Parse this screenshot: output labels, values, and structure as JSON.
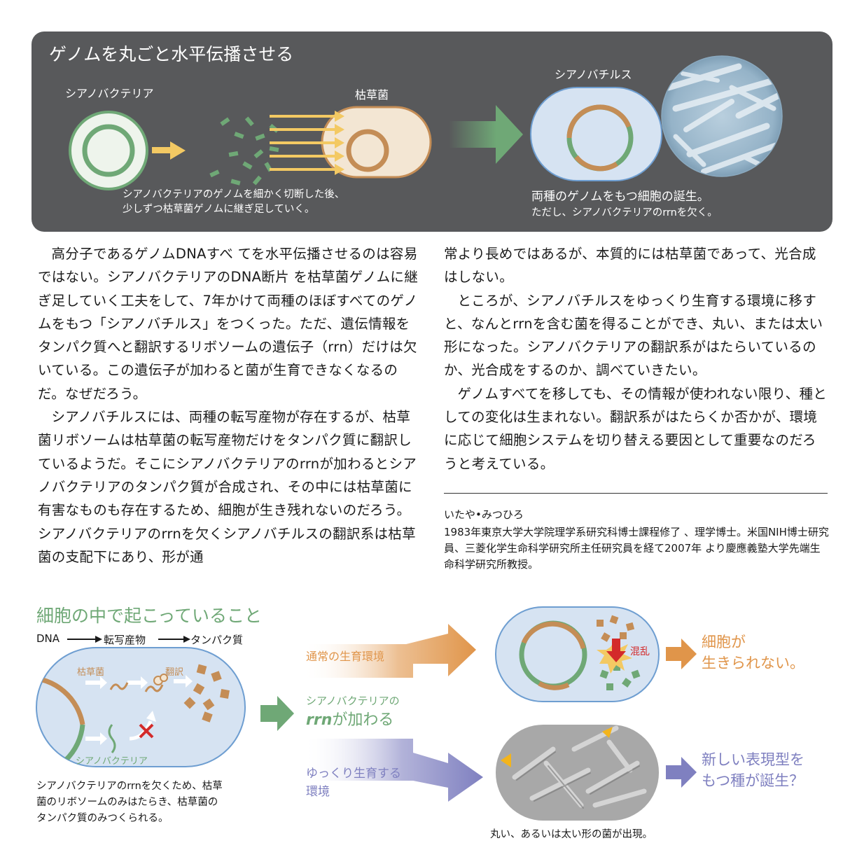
{
  "top_panel": {
    "title": "ゲノムを丸ごと水平伝播させる",
    "label_cyanobacteria": "シアノバクテリア",
    "label_bacillus": "枯草菌",
    "label_cyanobacillus": "シアノバチルス",
    "caption_left": [
      "シアノバクテリアのゲノムを細かく切断した後、",
      "少しずつ枯草菌ゲノムに継ぎ足していく。"
    ],
    "caption_right_1": "両種のゲノムをもつ細胞の誕生。",
    "caption_right_2": "ただし、シアノバクテリアのrrnを欠く。"
  },
  "article": {
    "left_paragraphs": [
      "高分子であるゲノムDNAすべ てを水平伝播させるのは容易ではない。シアノバクテリアのDNA断片 を枯草菌ゲノムに継ぎ足していく工夫をして、7年かけて両種のほぼすべてのゲノムをもつ「シアノバチルス」をつくった。ただ、遺伝情報をタンパク質へと翻訳するリボソームの遺伝子（rrn）だけは欠いている。この遺伝子が加わると菌が生育できなくなるのだ。なぜだろう。",
      "シアノバチルスには、両種の転写産物が存在するが、枯草菌リボソームは枯草菌の転写産物だけをタンパク質に翻訳しているようだ。そこにシアノバクテリアのrrnが加わるとシアノバクテリアのタンパク質が合成され、その中には枯草菌に有害なものも存在するため、細胞が生き残れないのだろう。シアノバクテリアのrrnを欠くシアノバチルスの翻訳系は枯草菌の支配下にあり、形が通"
    ],
    "right_paragraphs": [
      "常より長めではあるが、本質的には枯草菌であって、光合成はしない。",
      "ところが、シアノバチルスをゆっくり生育する環境に移すと、なんとrrnを含む菌を得ることができ、丸い、または太い形になった。シアノバクテリアの翻訳系がはたらいているのか、光合成をするのか、調べていきたい。",
      "ゲノムすべてを移しても、その情報が使われない限り、種としての変化は生まれない。翻訳系がはたらくか否かが、環境に応じて細胞システムを切り替える要因として重要なのだろうと考えている。"
    ]
  },
  "profile": {
    "name": "いたや•みつひろ",
    "bio": "1983年東京大学大学院理学系研究科博士課程修了 、理学博士。米国NIH博士研究員、三菱化学生命科学研究所主任研究員を経て2007年 より慶應義塾大学先端生命科学研究所教授。"
  },
  "bottom": {
    "title": "細胞の中で起こっていること",
    "flow_dna": "DNA",
    "flow_transcript": "転写産物",
    "flow_protein": "タンパク質",
    "label_bacillus": "枯草菌",
    "label_translation": "翻訳",
    "label_cyanobacteria": "シアノバクテリア",
    "caption": [
      "シアノバクテリアのrrnを欠くため、枯草",
      "菌のリボソームのみはたらき、枯草菌の",
      "タンパク質のみつくられる。"
    ],
    "add_line1": "シアノバクテリアの",
    "add_rrn": "rrn",
    "add_rest": "が加わる",
    "normal_env": "通常の生育環境",
    "slow_env_1": "ゆっくり生育する",
    "slow_env_2": "環境",
    "chaos": "混乱",
    "result_die_1": "細胞が",
    "result_die_2": "生きられない。",
    "result_new_1": "新しい表現型を",
    "result_new_2": "もつ種が誕生？",
    "micro_caption": "丸い、あるいは太い形の菌が出現。"
  },
  "colors": {
    "panel": "#58595b",
    "green": "#6fa876",
    "brown": "#c48d56",
    "arrow_yellow": "#f3c963",
    "cell_blue": "#d6e3f2",
    "orange": "#e0954a",
    "purple": "#7f80c0",
    "red": "#d32a2a"
  }
}
